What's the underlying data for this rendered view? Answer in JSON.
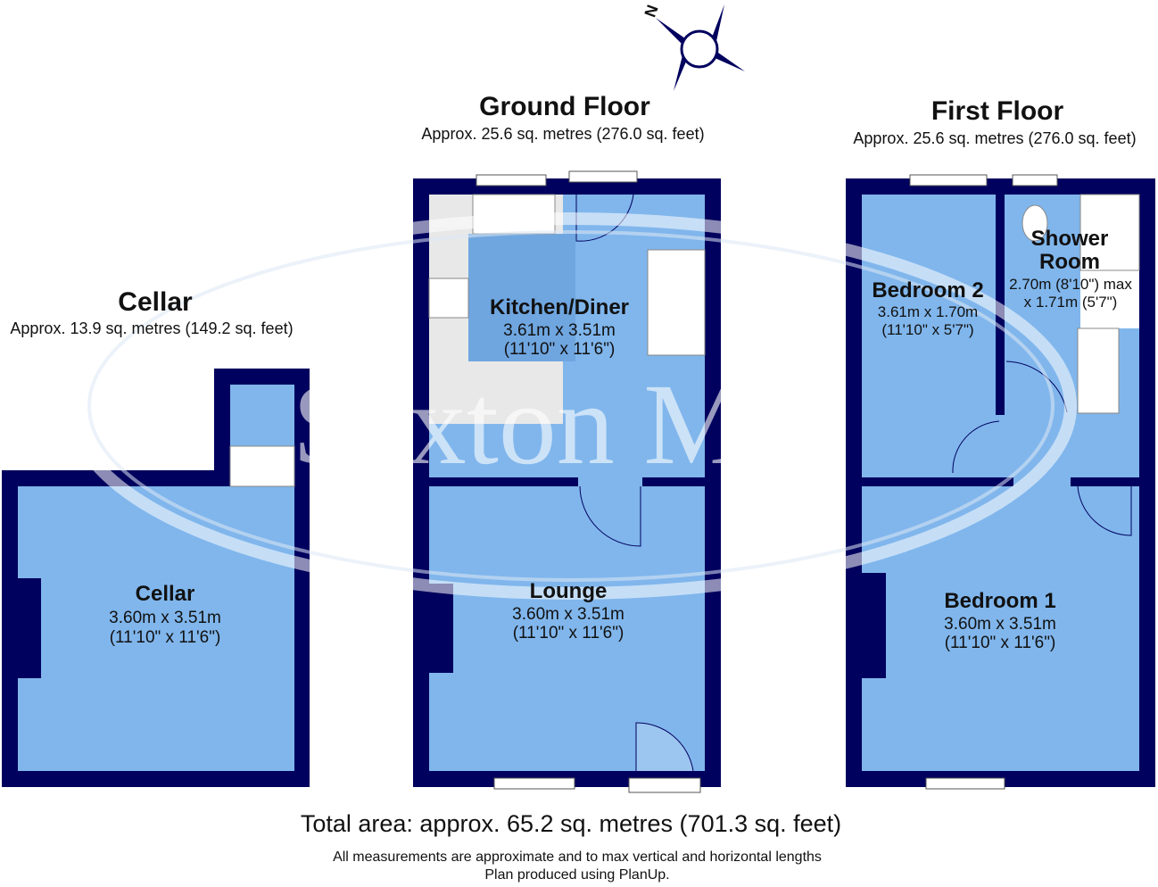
{
  "colors": {
    "wall": "#00005e",
    "floor": "#80b6ec",
    "floor_dark": "#6a9fd8",
    "fixture": "#ffffff"
  },
  "watermark": "Saxton Mee",
  "compass": {
    "label": "N"
  },
  "cellar": {
    "title": "Cellar",
    "area": "Approx. 13.9 sq. metres (149.2 sq. feet)",
    "room": {
      "name": "Cellar",
      "metric": "3.60m x 3.51m",
      "imperial": "(11'10\" x 11'6\")"
    }
  },
  "ground": {
    "title": "Ground Floor",
    "area": "Approx. 25.6 sq. metres (276.0 sq. feet)",
    "kitchen": {
      "name": "Kitchen/Diner",
      "metric": "3.61m x 3.51m",
      "imperial": "(11'10\" x 11'6\")"
    },
    "lounge": {
      "name": "Lounge",
      "metric": "3.60m x 3.51m",
      "imperial": "(11'10\" x 11'6\")"
    }
  },
  "first": {
    "title": "First Floor",
    "area": "Approx. 25.6 sq. metres (276.0 sq. feet)",
    "bedroom2": {
      "name": "Bedroom 2",
      "metric": "3.61m x 1.70m",
      "imperial": "(11'10\" x 5'7\")"
    },
    "shower": {
      "name1": "Shower",
      "name2": "Room",
      "metric": "2.70m (8'10\") max",
      "imperial": "x 1.71m (5'7\")"
    },
    "bedroom1": {
      "name": "Bedroom 1",
      "metric": "3.60m x 3.51m",
      "imperial": "(11'10\" x 11'6\")"
    }
  },
  "footer": {
    "total": "Total area: approx. 65.2 sq. metres (701.3 sq. feet)",
    "note1": "All measurements are approximate and to max vertical and horizontal lengths",
    "note2": "Plan produced using PlanUp."
  }
}
